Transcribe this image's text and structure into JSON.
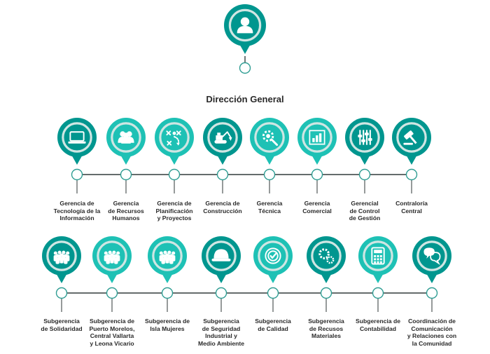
{
  "diagram": {
    "top_node": {
      "label": "Dirección General",
      "icon": "person-icon",
      "color": "#00968f"
    },
    "colors": {
      "dark_teal": "#00968f",
      "light_teal": "#1ec1b5",
      "rim": "#cfe6e3",
      "line": "#4f5757",
      "node_ring": "#2f9d93",
      "marker_fill": "#ffffff"
    },
    "gerencias": [
      {
        "label": "Gerencia  de\nTecnología de la\nInformación",
        "icon": "laptop-icon",
        "color": "#00968f"
      },
      {
        "label": "Gerencia\nde Recursos\nHumanos",
        "icon": "people-icon",
        "color": "#1ec1b5"
      },
      {
        "label": "Gerencia de\nPlanificación\ny Proyectos",
        "icon": "strategy-icon",
        "color": "#1ec1b5"
      },
      {
        "label": "Gerencia de\nConstrucción",
        "icon": "excavator-icon",
        "color": "#00968f"
      },
      {
        "label": "Gerencia\nTécnica",
        "icon": "gear-wrench-icon",
        "color": "#1ec1b5"
      },
      {
        "label": "Gerencia\nComercial",
        "icon": "bar-chart-icon",
        "color": "#1ec1b5"
      },
      {
        "label": "Gerencial\nde Control\nde Gestión",
        "icon": "sliders-icon",
        "color": "#00968f"
      },
      {
        "label": "Contraloría\nCentral",
        "icon": "gavel-icon",
        "color": "#00968f"
      }
    ],
    "subgerencias": [
      {
        "label": "Subgerencia\nde Solidaridad",
        "icon": "crowd-icon",
        "color": "#00968f"
      },
      {
        "label": "Subgerencia de\nPuerto Morelos,\nCentral Vallarta\ny Leona Vicario",
        "icon": "crowd-icon",
        "color": "#1ec1b5"
      },
      {
        "label": "Subgerencia de\nIsla Mujeres",
        "icon": "crowd-icon",
        "color": "#1ec1b5"
      },
      {
        "label": "Subgerencia\nde Seguridad\nIndustrial y\nMedio Ambiente",
        "icon": "hard-hat-icon",
        "color": "#00968f"
      },
      {
        "label": "Subgerencia\nde Calidad",
        "icon": "check-badge-icon",
        "color": "#1ec1b5"
      },
      {
        "label": "Subgerencia\nde Recusos\nMateriales",
        "icon": "gears-icon",
        "color": "#00968f"
      },
      {
        "label": "Subgerencia de\nContabilidad",
        "icon": "calculator-icon",
        "color": "#1ec1b5"
      },
      {
        "label": "Coordinación de\nComunicación\ny Relaciones con\nla Comunidad",
        "icon": "chat-bubbles-icon",
        "color": "#00968f"
      }
    ]
  }
}
